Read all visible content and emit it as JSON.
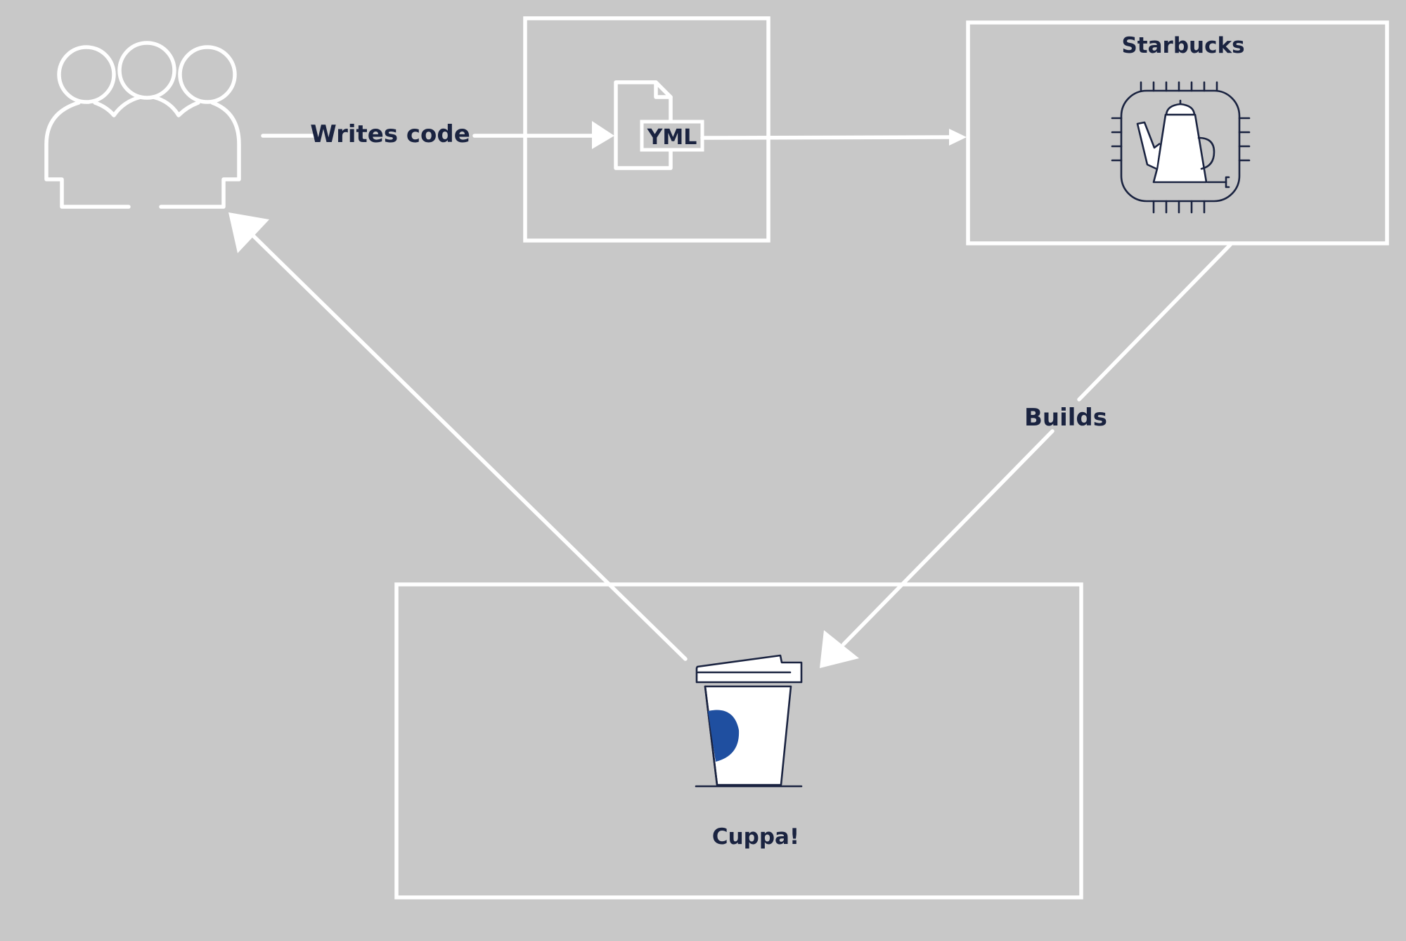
{
  "labels": {
    "writes_code": "Writes code",
    "yml": "YML",
    "starbucks": "Starbucks",
    "builds": "Builds",
    "cuppa": "Cuppa!"
  },
  "icons": {
    "team": "people-group-icon",
    "file": "yml-file-icon",
    "coffee_maker": "coffee-pot-chip-icon",
    "cup": "coffee-cup-icon"
  },
  "colors": {
    "background": "#c8c8c8",
    "lines": "#ffffff",
    "text": "#1a2340",
    "accent": "#1f4fa0"
  }
}
